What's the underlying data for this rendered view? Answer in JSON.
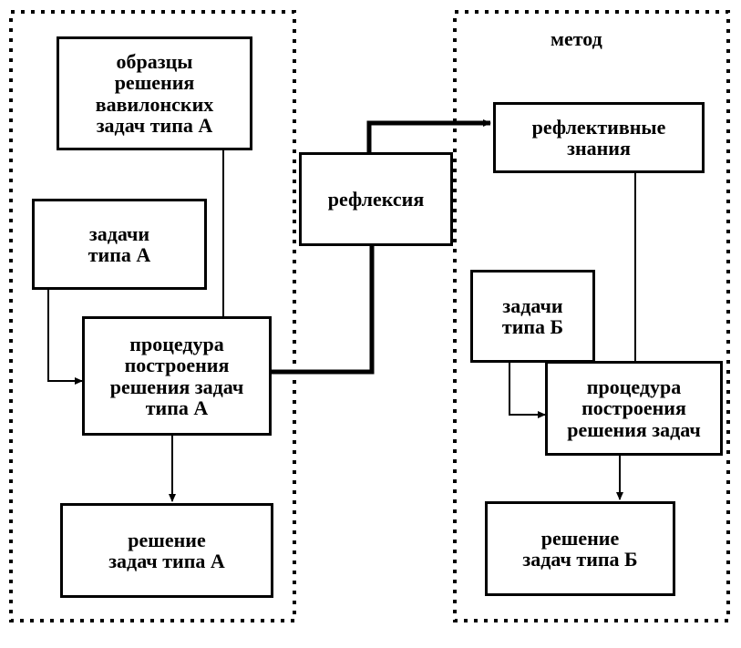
{
  "left_group": {
    "sample_solutions": "образцы\nрешения\nвавилонских\nзадач типа А",
    "tasks": "задачи\nтипа А",
    "procedure": "процедура\nпостроения\nрешения задач\nтипа А",
    "solution": "решение\nзадач типа А"
  },
  "center": {
    "reflection": "рефлексия"
  },
  "right_group": {
    "label": "метод",
    "reflective_knowledge": "рефлективные\nзнания",
    "tasks": "задачи\nтипа Б",
    "procedure": "процедура\nпостроения\nрешения задач",
    "solution": "решение\nзадач  типа Б"
  },
  "colors": {
    "ink": "#000000",
    "background": "#ffffff"
  }
}
